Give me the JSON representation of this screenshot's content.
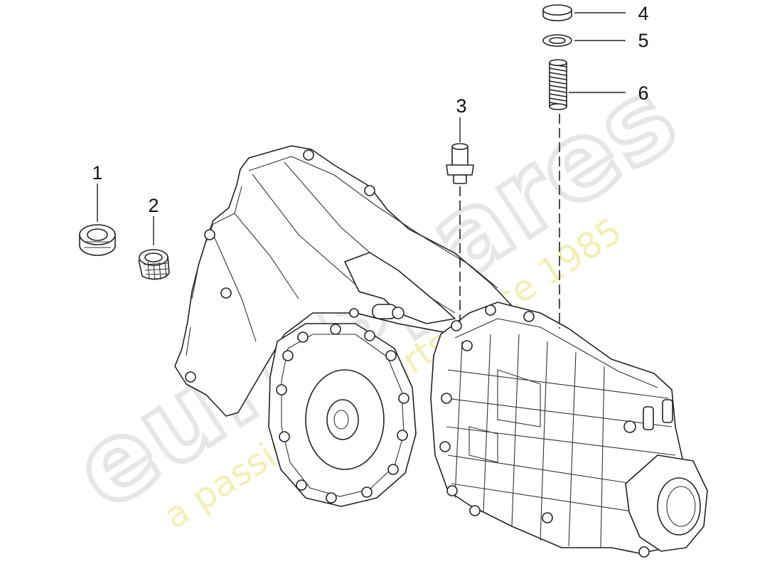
{
  "watermark": {
    "brand": "eurospares",
    "tagline": "a passion for parts since 1985"
  },
  "parts": [
    {
      "number": "1"
    },
    {
      "number": "2"
    },
    {
      "number": "3"
    },
    {
      "number": "4"
    },
    {
      "number": "5"
    },
    {
      "number": "6"
    }
  ]
}
